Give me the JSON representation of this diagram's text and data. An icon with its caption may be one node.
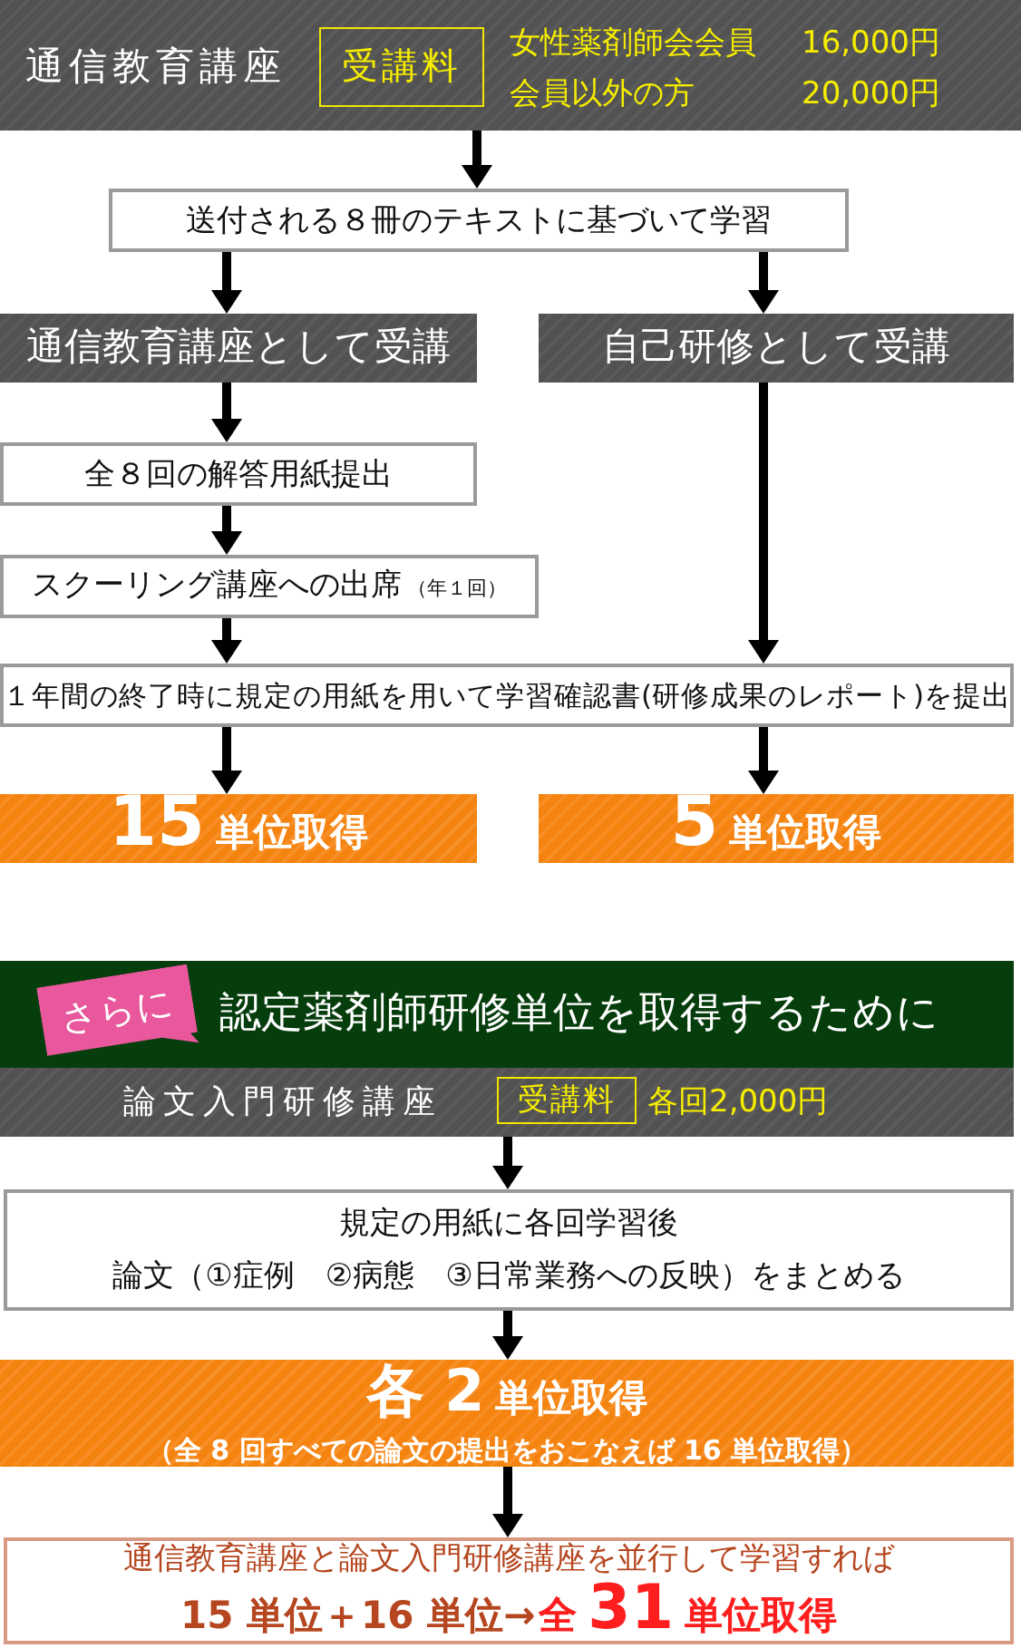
{
  "diagram": {
    "nodes": [
      {
        "text": [
          "通信教育講座",
          "女性薬剤師会会員",
          "16,000円",
          "会員以外の方",
          "20,000円"
        ]
      },
      {
        "text": [
          "受講料"
        ],
        "in": 0
      },
      {
        "text": [
          "送付される８冊のテキストに基づいて学習"
        ]
      },
      {
        "text": [
          "通信教育講座として受講"
        ]
      },
      {
        "text": [
          "自己研修として受講"
        ]
      },
      {
        "text": [
          "全８回の解答用紙提出"
        ]
      },
      {
        "text": [
          "スクーリング講座への出席",
          "（年１回）"
        ]
      },
      {
        "text": [
          "１年間の終了時に規定の用紙を用いて学習確認書(研修成果のレポート)を提出"
        ]
      },
      {
        "text": [
          "15",
          "単位取得"
        ]
      },
      {
        "text": [
          "5",
          "単位取得"
        ]
      },
      {
        "text": [
          "認定薬剤師研修単位を取得するために"
        ]
      },
      {
        "text": [
          "さらに"
        ],
        "in": 10
      },
      {
        "text": [
          "論文入門研修講座",
          "各回2,000円"
        ]
      },
      {
        "text": [
          "受講料"
        ],
        "in": 12
      },
      {
        "text": [
          "規定の用紙に各回学習後",
          "論文（①症例　②病態　③日常業務への反映）をまとめる"
        ]
      },
      {
        "text": [
          "各 2",
          "単位取得",
          "（全 8 回すべての論文の提出をおこなえば 16 単位取得）"
        ]
      },
      {
        "text": [
          "通信教育講座と論文入門研修講座を並行して学習すれば",
          "15 単位＋16 単位→",
          "全",
          "31",
          "単位取得"
        ]
      }
    ],
    "edges": [
      {
        "from": 0,
        "to": 2,
        "arrow": "to"
      },
      {
        "from": 2,
        "to": 3,
        "arrow": "to"
      },
      {
        "from": 2,
        "to": 4,
        "arrow": "to"
      },
      {
        "from": 3,
        "to": 5,
        "arrow": "to"
      },
      {
        "from": 5,
        "to": 6,
        "arrow": "to"
      },
      {
        "from": 6,
        "to": 7,
        "arrow": "to"
      },
      {
        "from": 4,
        "to": 7,
        "arrow": "to"
      },
      {
        "from": 7,
        "to": 8,
        "arrow": "to"
      },
      {
        "from": 7,
        "to": 9,
        "arrow": "to"
      },
      {
        "from": 12,
        "to": 14,
        "arrow": "to"
      },
      {
        "from": 14,
        "to": 15,
        "arrow": "to"
      },
      {
        "from": 15,
        "to": 16,
        "arrow": "to"
      }
    ]
  }
}
